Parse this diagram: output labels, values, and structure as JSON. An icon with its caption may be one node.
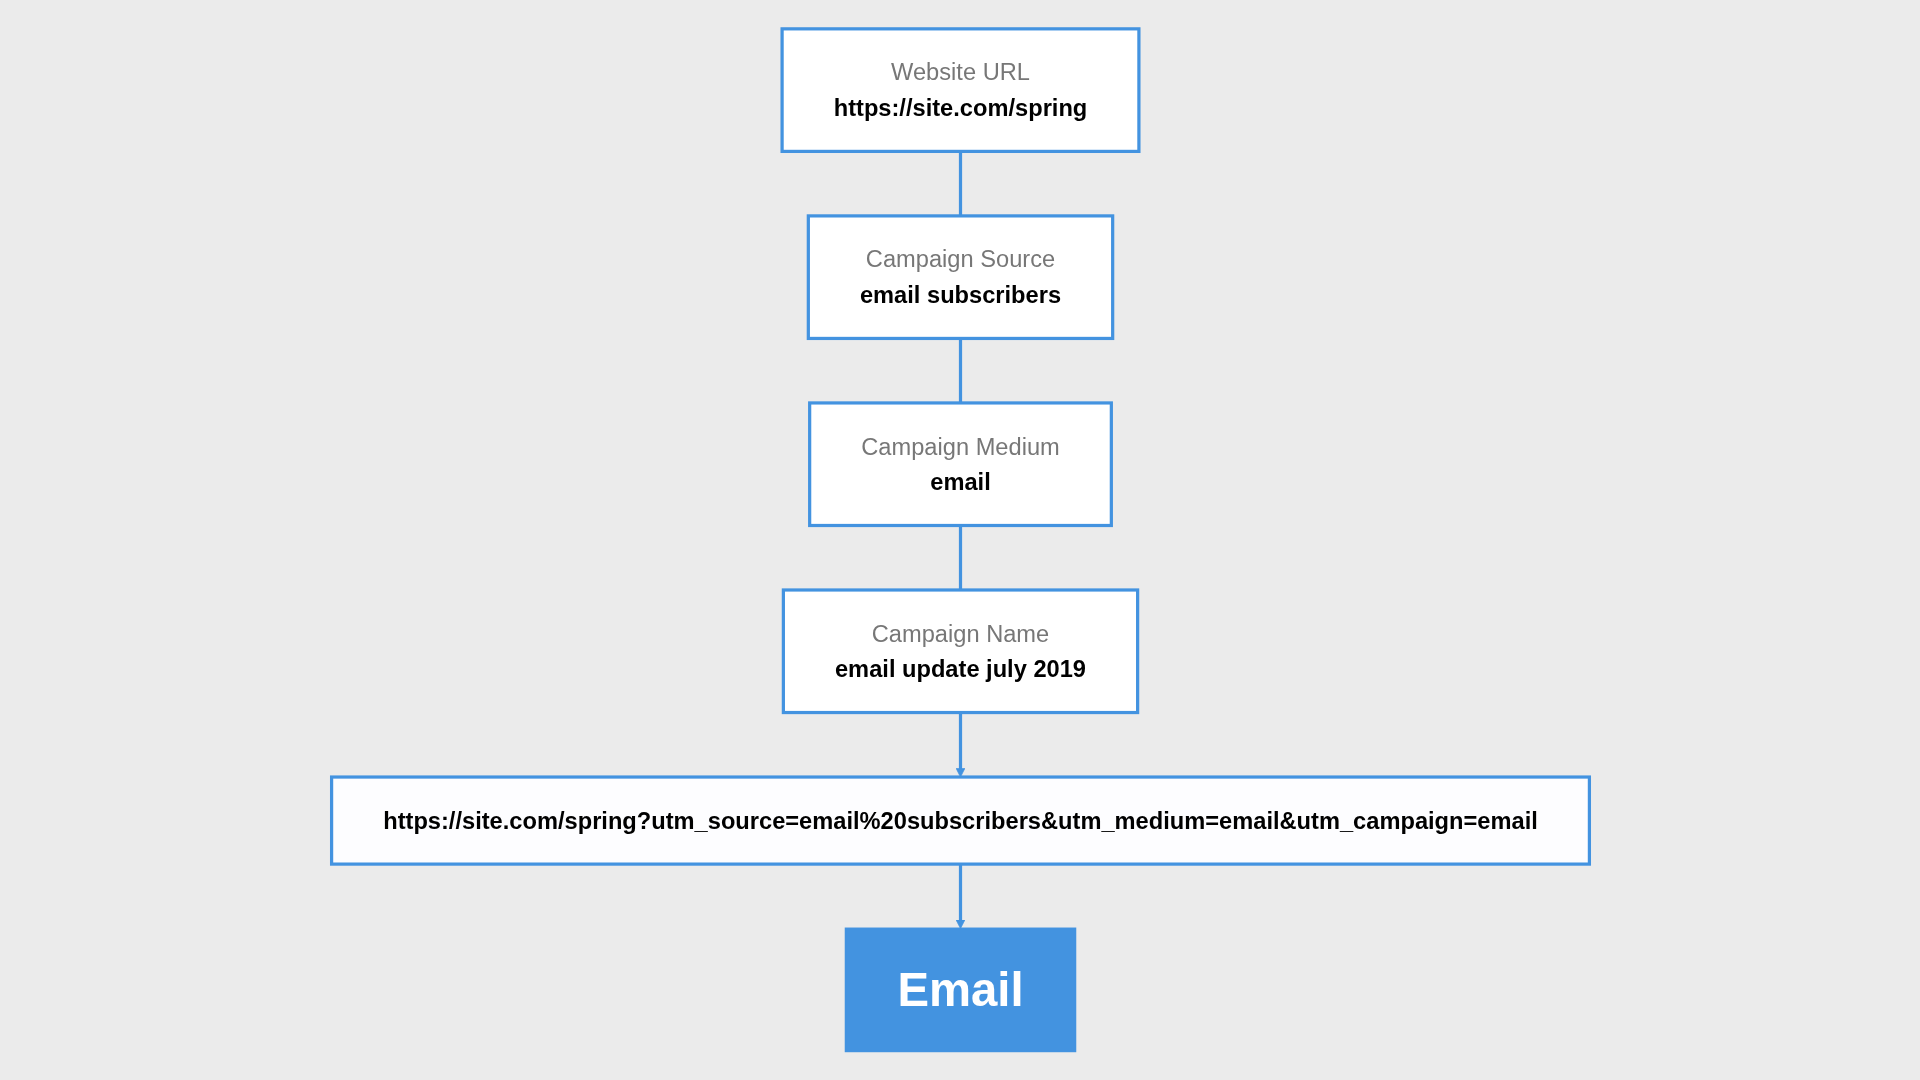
{
  "diagram": {
    "nodes": [
      {
        "text": [
          "Website URL",
          "https://site.com/spring"
        ]
      },
      {
        "text": [
          "Campaign Source",
          "email subscribers"
        ]
      },
      {
        "text": [
          "Campaign Medium",
          "email"
        ]
      },
      {
        "text": [
          "Campaign Name",
          "email update july 2019"
        ]
      },
      {
        "text": [
          "https://site.com/spring?utm_source=email%20subscribers&utm_medium=email&utm_campaign=email"
        ]
      },
      {
        "text": [
          "Email"
        ]
      }
    ],
    "edges": [
      {
        "from": 0,
        "to": 1,
        "arrow": "none"
      },
      {
        "from": 1,
        "to": 2,
        "arrow": "none"
      },
      {
        "from": 2,
        "to": 3,
        "arrow": "none"
      },
      {
        "from": 3,
        "to": 4,
        "arrow": "to"
      },
      {
        "from": 4,
        "to": 5,
        "arrow": "to"
      }
    ]
  }
}
